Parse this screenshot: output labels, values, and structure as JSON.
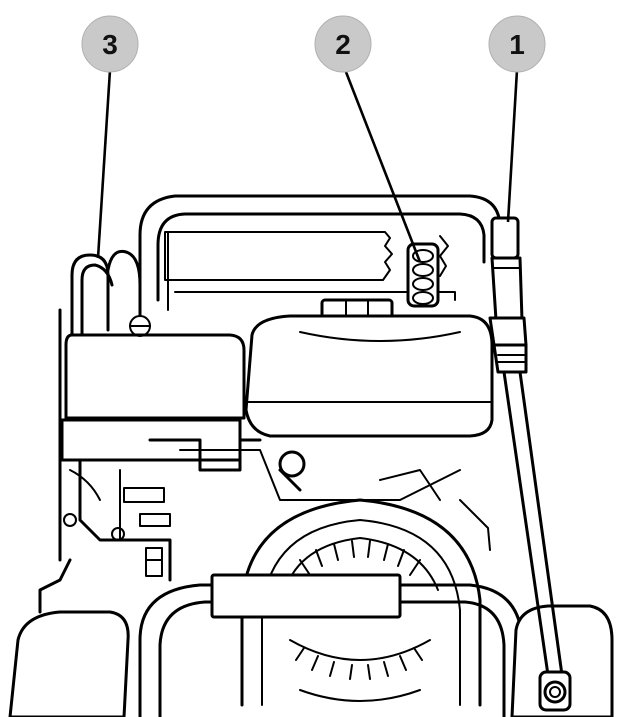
{
  "callouts": [
    {
      "id": "1",
      "label": "1"
    },
    {
      "id": "2",
      "label": "2"
    },
    {
      "id": "3",
      "label": "3"
    }
  ],
  "colors": {
    "line": "#000000",
    "callout_fill": "#c9c9c9",
    "background": "#ffffff"
  }
}
